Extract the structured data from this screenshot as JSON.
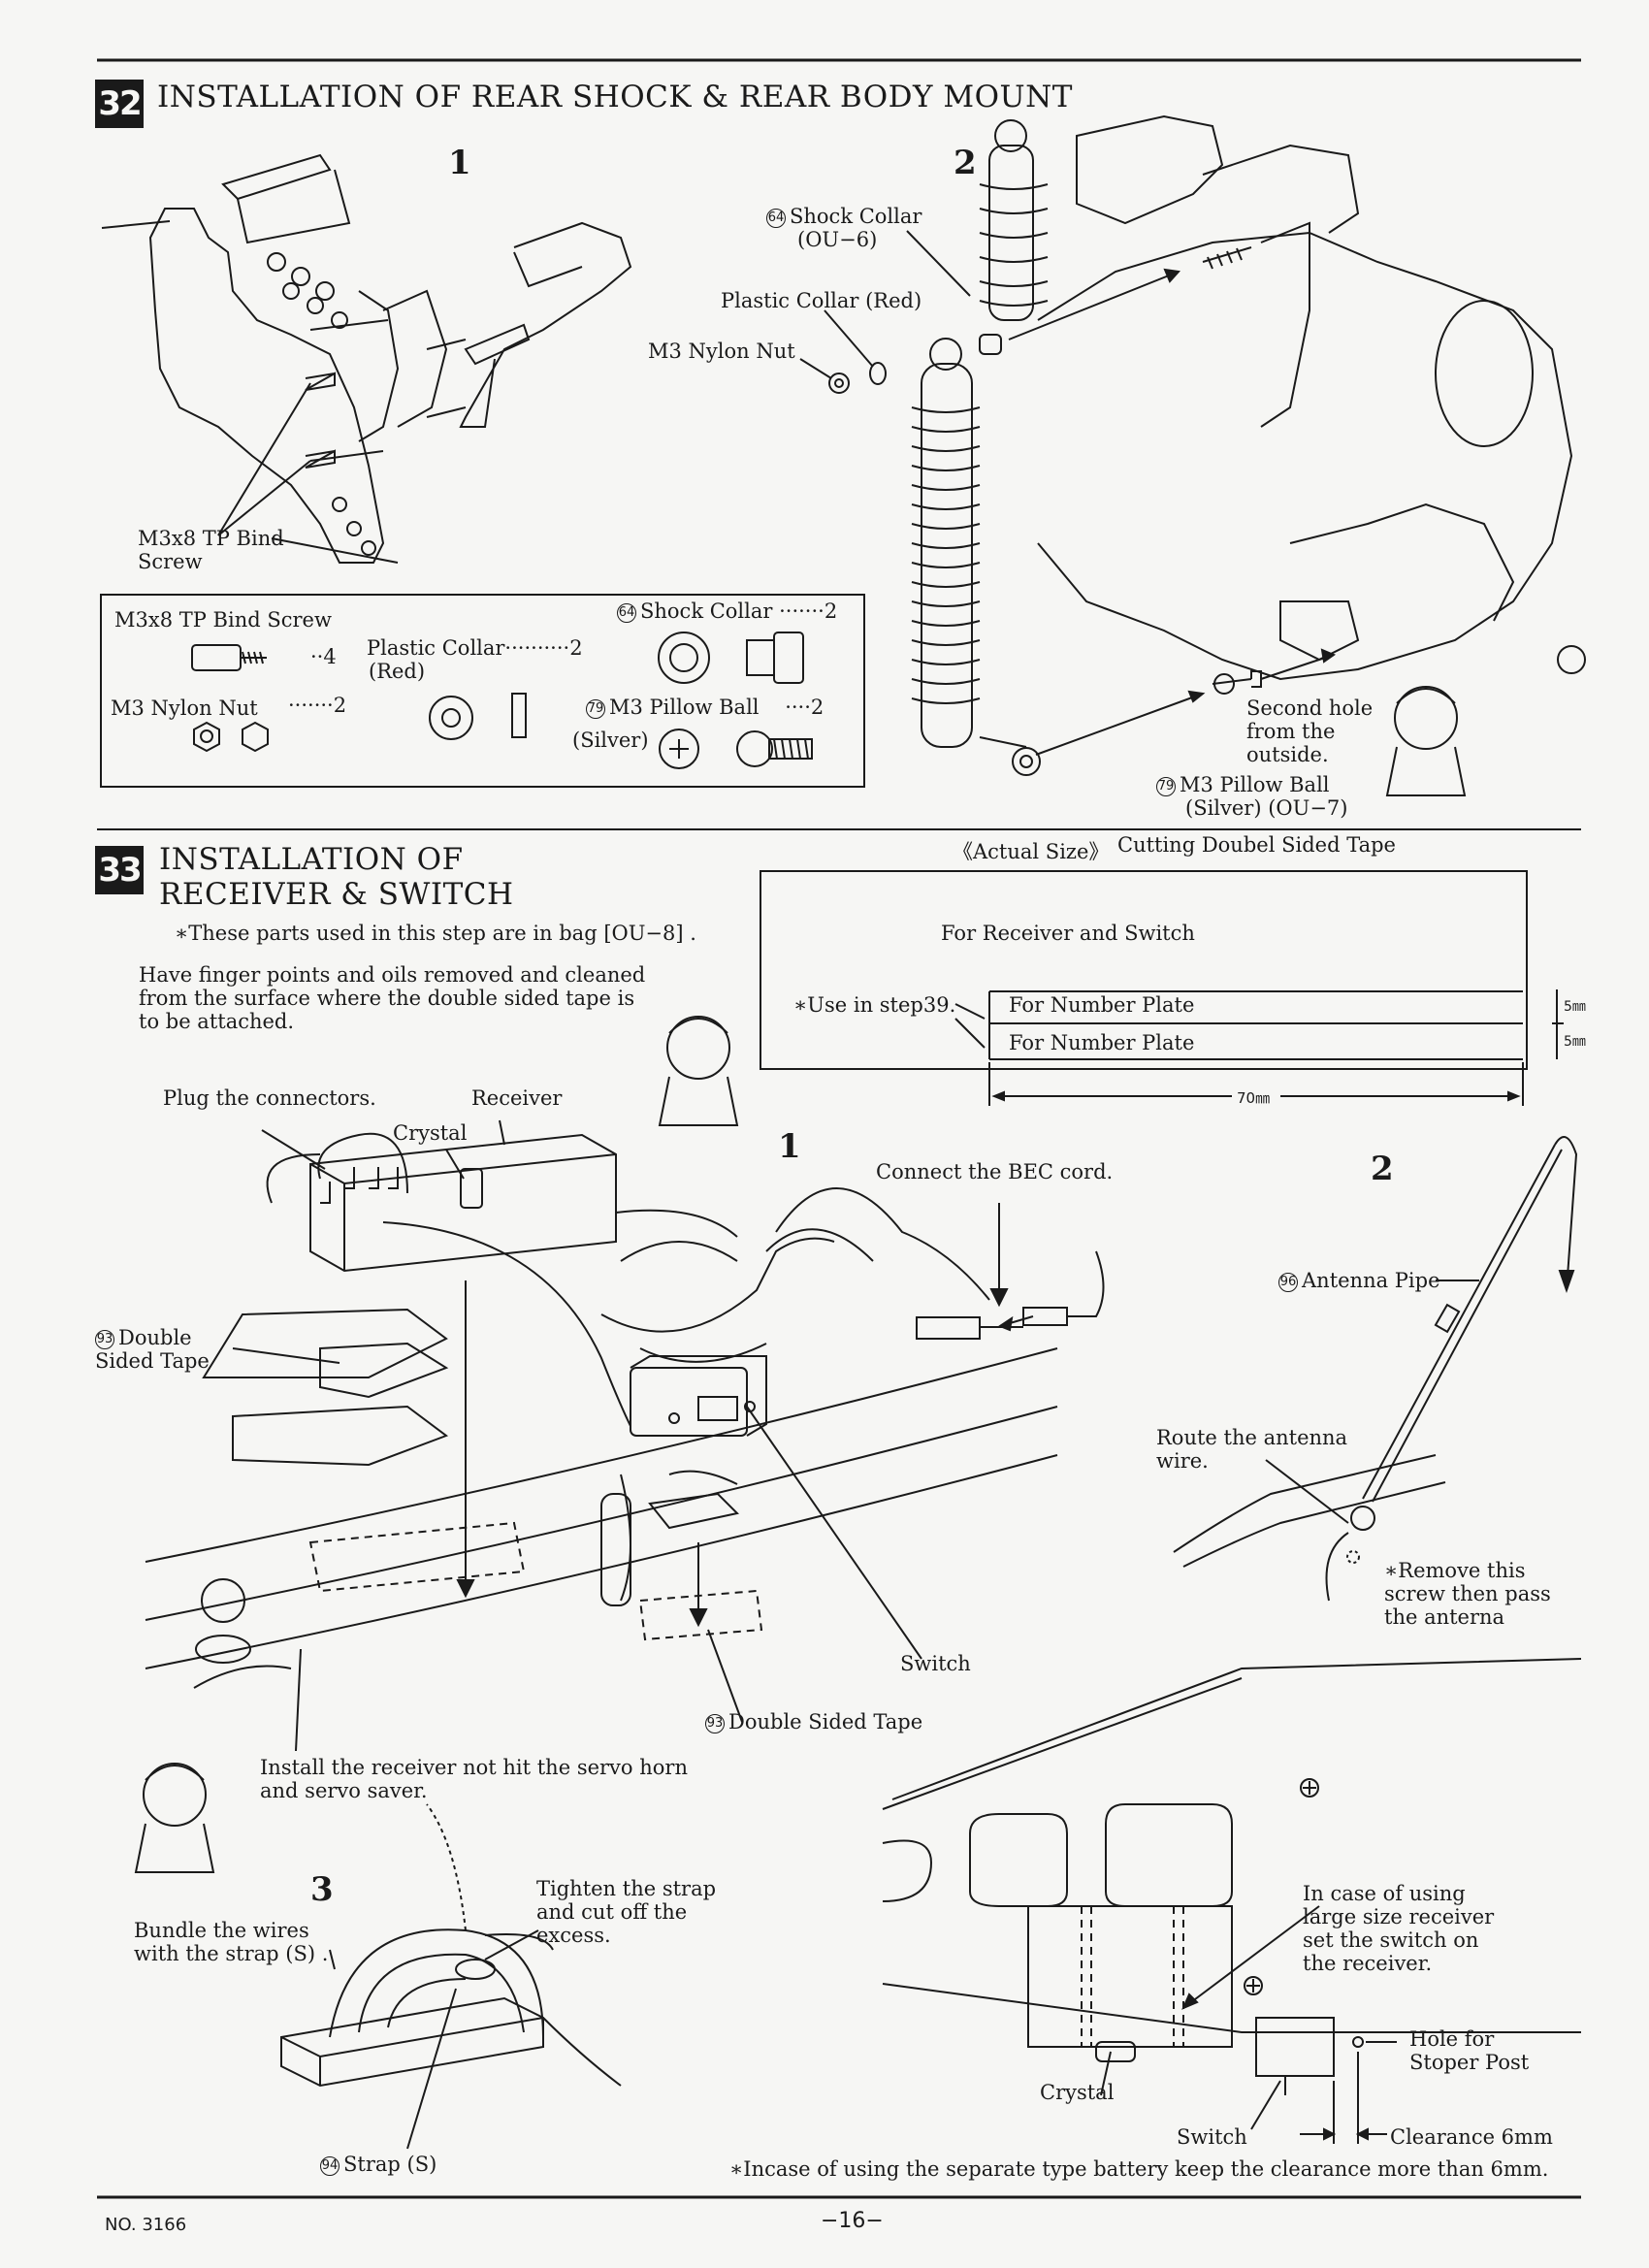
{
  "section32": {
    "number": "32",
    "title": "INSTALLATION OF REAR SHOCK & REAR BODY MOUNT",
    "step1": "1",
    "step2": "2",
    "labels": {
      "screw": "M3x8 TP Bind Screw",
      "shock_collar_num": "64",
      "shock_collar": "Shock Collar",
      "shock_collar_code": "(OU−6)",
      "plastic_collar": "Plastic Collar (Red)",
      "nylon_nut": "M3 Nylon Nut",
      "second_hole": "Second hole from the outside.",
      "pillow_ball_num": "79",
      "pillow_ball": "M3 Pillow Ball",
      "pillow_ball_code": "(Silver) (OU−7)"
    },
    "parts": {
      "screw_name": "M3x8 TP Bind Screw",
      "screw_qty": "··4",
      "nut_name": "M3 Nylon Nut",
      "nut_qty": "·······2",
      "plastic_collar_name": "Plastic Collar··········2",
      "plastic_collar_color": "(Red)",
      "shock_collar_num": "64",
      "shock_collar_name": "Shock Collar",
      "shock_collar_qty": "·······2",
      "pillow_ball_num": "79",
      "pillow_ball_name": "M3 Pillow Ball",
      "pillow_ball_qty": "····2",
      "pillow_ball_color": "(Silver)"
    }
  },
  "section33": {
    "number": "33",
    "title_line1": "INSTALLATION OF",
    "title_line2": "RECEIVER & SWITCH",
    "bag_note": "∗These parts used in this step are in bag [OU−8] .",
    "clean_note": "Have finger points and oils removed and cleaned from the surface where the double sided tape is to be attached.",
    "tape": {
      "actual_size": "《Actual Size》",
      "title": "Cutting Doubel Sided Tape",
      "for_receiver": "For Receiver and Switch",
      "use_note": "∗Use in step39.",
      "plate1": "For Number Plate",
      "plate2": "For Number Plate",
      "dim_5a": "5㎜",
      "dim_5b": "5㎜",
      "width": "70㎜"
    },
    "step1": "1",
    "step2": "2",
    "step3": "3",
    "labels": {
      "plug": "Plug the connectors.",
      "receiver": "Receiver",
      "crystal": "Crystal",
      "bec": "Connect the BEC cord.",
      "dst_num": "93",
      "double_tape": "Double Sided Tape",
      "switch": "Switch",
      "double_tape2": "Double Sided Tape",
      "servo_note": "Install the receiver not hit the servo horn and servo saver.",
      "antenna_num": "96",
      "antenna_pipe": "Antenna Pipe",
      "route": "Route the antenna wire.",
      "remove_screw": "∗Remove this screw then pass the anterna",
      "bundle": "Bundle the wires with the strap (S) .",
      "tighten": "Tighten the strap and cut off the excess.",
      "strap_num": "94",
      "strap": "Strap (S)",
      "large_receiver": "In case of using large size receiver set the switch on the receiver.",
      "crystal2": "Crystal",
      "switch2": "Switch",
      "hole": "Hole for Stoper Post",
      "clearance": "Clearance 6mm",
      "battery_note": "∗Incase of using the separate type battery keep the clearance more than 6mm."
    }
  },
  "footer": {
    "model": "NO. 3166",
    "page": "−16−"
  }
}
